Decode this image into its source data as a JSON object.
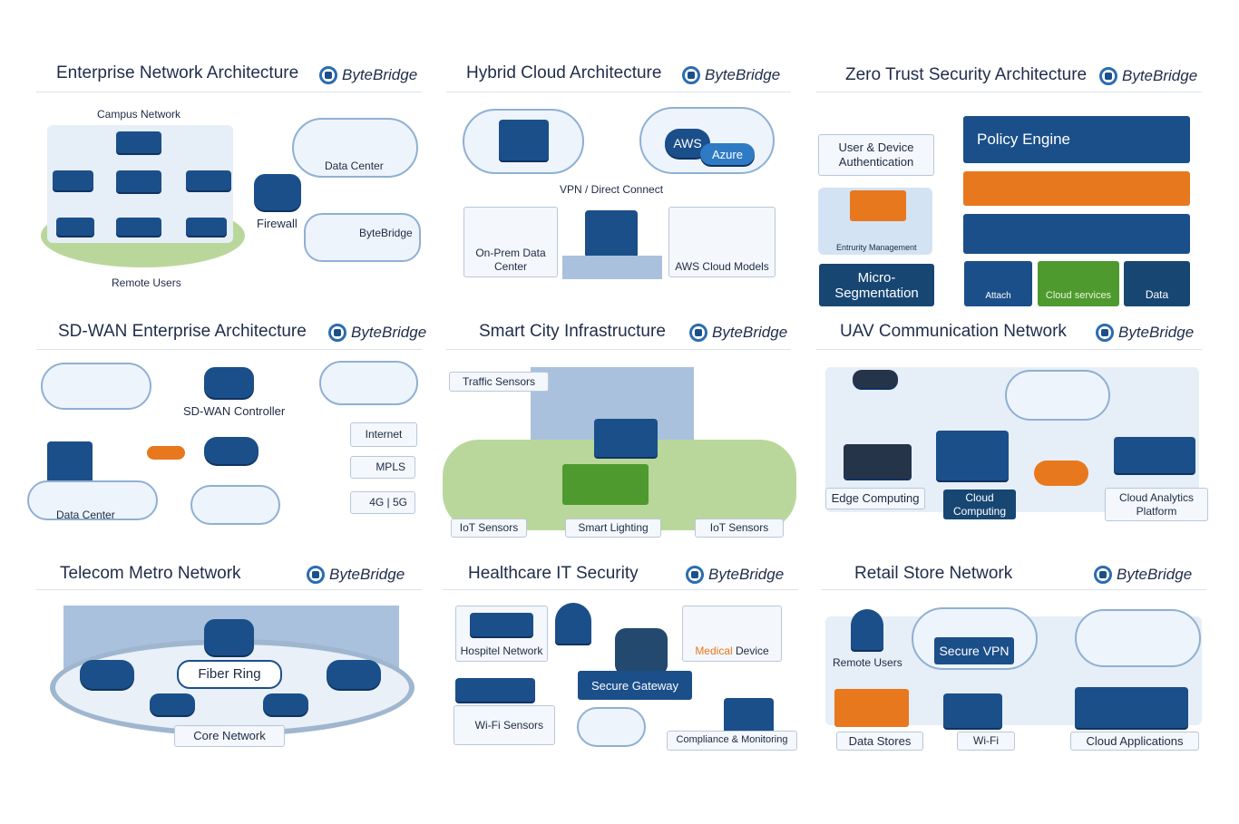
{
  "brand": "ByteBridge",
  "panels": [
    {
      "title": "Enterprise Network Architecture",
      "labels": [
        "Campus Network",
        "Data Center",
        "Firewall",
        "ByteBridge",
        "Remote Users"
      ]
    },
    {
      "title": "Hybrid Cloud Architecture",
      "labels": [
        "VPN / Direct Connect",
        "On-Prem Data Center",
        "AWS Cloud Models",
        "AWS",
        "Azure"
      ]
    },
    {
      "title": "Zero Trust Security Architecture",
      "labels": [
        "User & Device Authentication",
        "Policy Engine",
        "Entrurity Management",
        "Micro-Segmentation",
        "Attach",
        "Cloud services",
        "Data"
      ]
    },
    {
      "title": "SD-WAN Enterprise Architecture",
      "labels": [
        "SD-WAN Controller",
        "Internet",
        "MPLS",
        "4G | 5G",
        "Data Center"
      ]
    },
    {
      "title": "Smart City Infrastructure",
      "labels": [
        "Traffic Sensors",
        "IoT Sensors",
        "Smart Lighting",
        "IoT Sensors"
      ]
    },
    {
      "title": "UAV Communication Network",
      "labels": [
        "Edge Computing",
        "Cloud Computing",
        "Cloud Analytics Platform"
      ]
    },
    {
      "title": "Telecom Metro Network",
      "labels": [
        "Fiber Ring",
        "Core Network"
      ]
    },
    {
      "title": "Healthcare IT Security",
      "labels": [
        "Hospitel Network",
        "Medical Device",
        "Secure Gateway",
        "Wi-Fi Sensors",
        "Compliance & Monitoring"
      ]
    },
    {
      "title": "Retail Store Network",
      "labels": [
        "Remote Users",
        "Secure VPN",
        "Data Stores",
        "Wi-Fi",
        "Cloud Applications"
      ]
    }
  ]
}
